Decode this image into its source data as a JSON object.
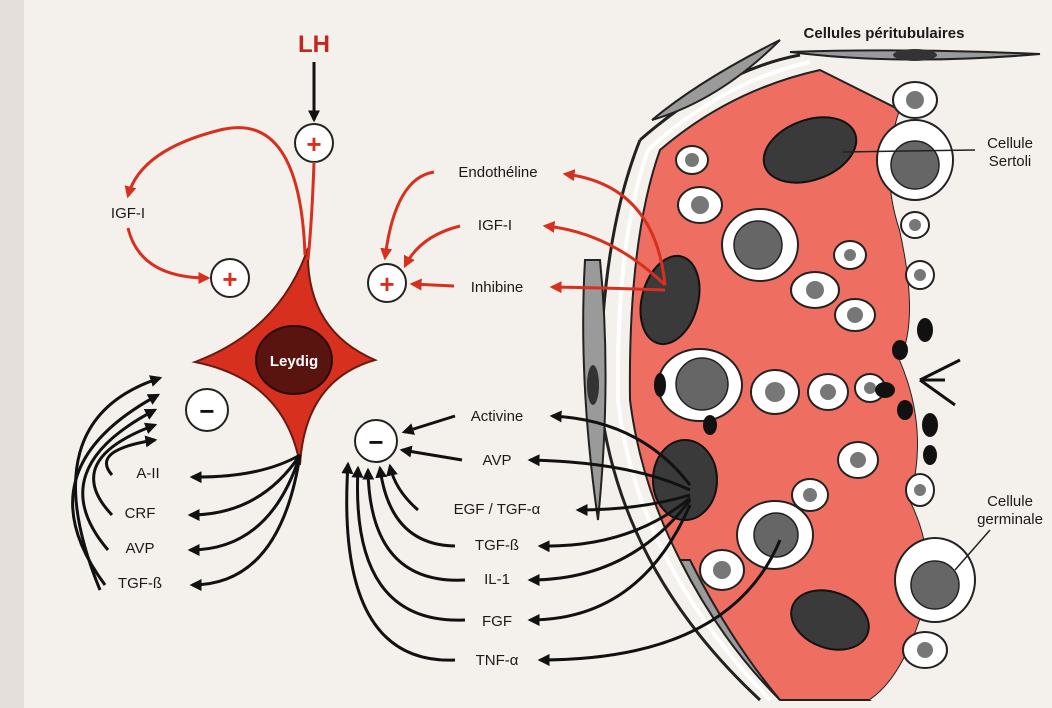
{
  "diagram": {
    "hormone_lh": "LH",
    "leydig": "Leydig",
    "plus_sign": "+",
    "minus_sign": "−",
    "igf1_left": "IGF-I",
    "paracrine_positive": [
      "Endothéline",
      "IGF-I",
      "Inhibine"
    ],
    "autocrine_negative": [
      "A-II",
      "CRF",
      "AVP",
      "TGF-ß"
    ],
    "paracrine_negative": [
      "Activine",
      "AVP",
      "EGF / TGF-α",
      "TGF-ß",
      "IL-1",
      "FGF",
      "TNF-α"
    ],
    "cells": {
      "peritubular": "Cellules péritubulaires",
      "sertoli_1": "Cellule",
      "sertoli_2": "Sertoli",
      "germinal_1": "Cellule",
      "germinal_2": "germinale"
    }
  },
  "colors": {
    "red": "#d8301f",
    "tubule_red": "#ee6f61",
    "nucleus_dark": "#3a3a3a",
    "leydig_nucleus": "#5a1410"
  }
}
